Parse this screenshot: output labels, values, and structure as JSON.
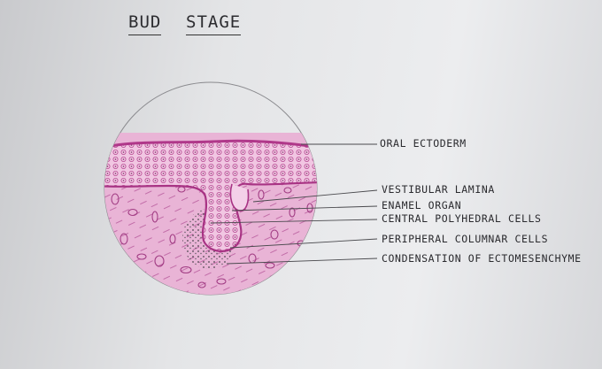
{
  "title": {
    "word1": "BUD",
    "word2": "STAGE"
  },
  "labels": [
    "ORAL ECTODERM",
    "VESTIBULAR LAMINA",
    "ENAMEL ORGAN",
    "CENTRAL POLYHEDRAL CELLS",
    "PERIPHERAL COLUMNAR CELLS",
    "CONDENSATION OF ECTOMESENCHYME"
  ],
  "colors": {
    "paper": "#e6e7e9",
    "tissue": "#e8a8cf",
    "stain": "#c0509a",
    "pencil": "#3a3a3e"
  }
}
